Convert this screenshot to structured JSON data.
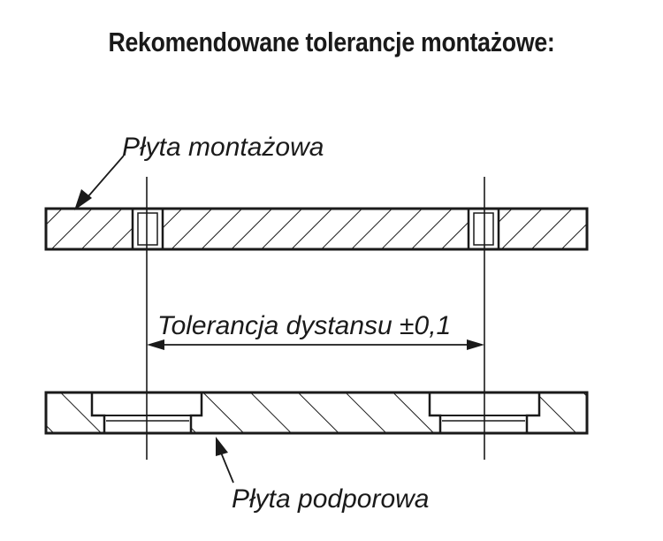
{
  "title": "Rekomendowane tolerancje montażowe:",
  "labels": {
    "mounting_plate": "Płyta montażowa",
    "support_plate": "Płyta podporowa",
    "distance_tolerance": "Tolerancja dystansu ±0,1"
  },
  "colors": {
    "ink": "#1a1a1a",
    "background": "#ffffff"
  }
}
